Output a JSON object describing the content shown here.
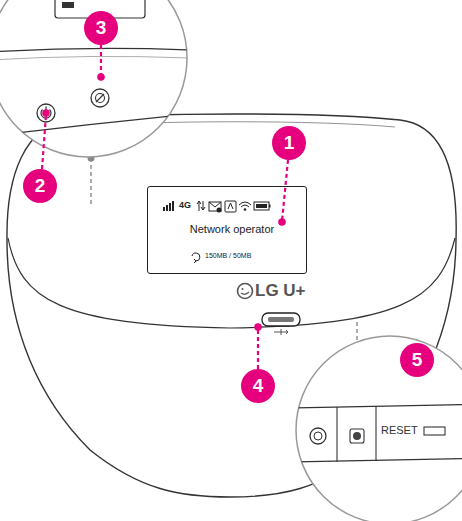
{
  "diagram": {
    "nodes": [
      {
        "text": [
          "4G",
          "Network operator",
          "150MB / 50MB"
        ]
      }
    ],
    "labels": [
      "1",
      "2",
      "3",
      "4",
      "5",
      "LG U+",
      "RESET"
    ]
  }
}
